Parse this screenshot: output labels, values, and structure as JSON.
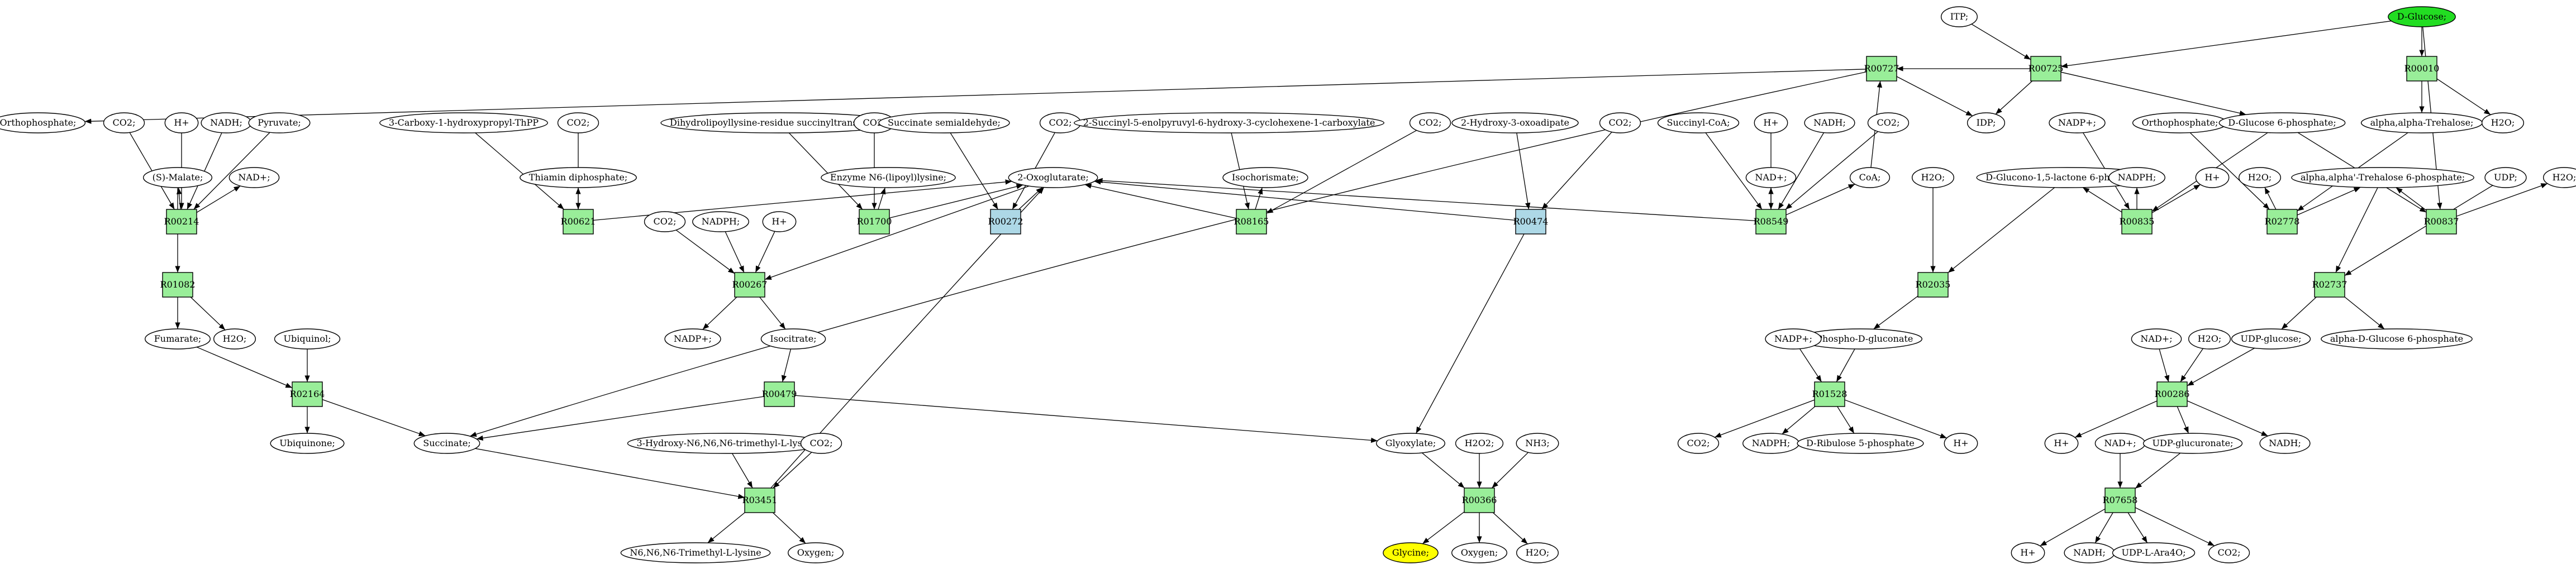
{
  "colors": {
    "reaction_green": "#99ee99",
    "reaction_blue": "#add8e6",
    "highlight_source": "#22dd22",
    "highlight_target": "#ffff00",
    "compound": "#ffffff",
    "stroke": "#000000"
  },
  "reactions": [
    {
      "id": "R00727",
      "label": "R00727",
      "color": "green"
    },
    {
      "id": "R00725",
      "label": "R00725",
      "color": "green"
    },
    {
      "id": "R00010",
      "label": "R00010",
      "color": "green"
    },
    {
      "id": "R00214",
      "label": "R00214",
      "color": "green"
    },
    {
      "id": "R00621",
      "label": "R00621",
      "color": "green"
    },
    {
      "id": "R01700",
      "label": "R01700",
      "color": "green"
    },
    {
      "id": "R00272",
      "label": "R00272",
      "color": "blue"
    },
    {
      "id": "R08165",
      "label": "R08165",
      "color": "green"
    },
    {
      "id": "R00474",
      "label": "R00474",
      "color": "blue"
    },
    {
      "id": "R08549",
      "label": "R08549",
      "color": "green"
    },
    {
      "id": "R00835",
      "label": "R00835",
      "color": "green"
    },
    {
      "id": "R02778",
      "label": "R02778",
      "color": "green"
    },
    {
      "id": "R00837",
      "label": "R00837",
      "color": "green"
    },
    {
      "id": "R01082",
      "label": "R01082",
      "color": "green"
    },
    {
      "id": "R00267",
      "label": "R00267",
      "color": "green"
    },
    {
      "id": "R02035",
      "label": "R02035",
      "color": "green"
    },
    {
      "id": "R02737",
      "label": "R02737",
      "color": "green"
    },
    {
      "id": "R02164",
      "label": "R02164",
      "color": "green"
    },
    {
      "id": "R00479",
      "label": "R00479",
      "color": "green"
    },
    {
      "id": "R01528",
      "label": "R01528",
      "color": "green"
    },
    {
      "id": "R00286",
      "label": "R00286",
      "color": "green"
    },
    {
      "id": "R03451",
      "label": "R03451",
      "color": "green"
    },
    {
      "id": "R00366",
      "label": "R00366",
      "color": "green"
    },
    {
      "id": "R07658",
      "label": "R07658",
      "color": "green"
    }
  ],
  "compounds": [
    {
      "id": "itp",
      "label": "ITP;"
    },
    {
      "id": "dglucose",
      "label": "D-Glucose;",
      "highlight": "source"
    },
    {
      "id": "orthophosphate1",
      "label": "Orthophosphate;"
    },
    {
      "id": "co2_a",
      "label": "CO2;"
    },
    {
      "id": "h_a",
      "label": "H+"
    },
    {
      "id": "nadh_a",
      "label": "NADH;"
    },
    {
      "id": "pyruvate",
      "label": "Pyruvate;"
    },
    {
      "id": "carboxyaminopropyl",
      "label": "3-Carboxy-1-hydroxypropyl-ThPP"
    },
    {
      "id": "co2_b",
      "label": "CO2;"
    },
    {
      "id": "dihydrolipoyl",
      "label": "Dihydrolipoyllysine-residue succinyltransferase]"
    },
    {
      "id": "co2_c",
      "label": "CO2;"
    },
    {
      "id": "succsemialdehyde",
      "label": "Succinate semialdehyde;"
    },
    {
      "id": "co2_d",
      "label": "CO2;"
    },
    {
      "id": "succinylenolpyruvyl",
      "label": "2-Succinyl-5-enolpyruvyl-6-hydroxy-3-cyclohexene-1-carboxylate"
    },
    {
      "id": "co2_e",
      "label": "CO2;"
    },
    {
      "id": "hydroxyoxoadipate",
      "label": "2-Hydroxy-3-oxoadipate"
    },
    {
      "id": "co2_f",
      "label": "CO2;"
    },
    {
      "id": "succinylcoa",
      "label": "Succinyl-CoA;"
    },
    {
      "id": "h_b",
      "label": "H+"
    },
    {
      "id": "nadh_b",
      "label": "NADH;"
    },
    {
      "id": "co2_g",
      "label": "CO2;"
    },
    {
      "id": "idp",
      "label": "IDP;"
    },
    {
      "id": "nadpplus_a",
      "label": "NADP+;"
    },
    {
      "id": "orthophosphate2",
      "label": "Orthophosphate;"
    },
    {
      "id": "dglucose6p",
      "label": "D-Glucose 6-phosphate;"
    },
    {
      "id": "trehalose",
      "label": "alpha,alpha-Trehalose;"
    },
    {
      "id": "h2o_a",
      "label": "H2O;"
    },
    {
      "id": "smalate",
      "label": "(S)-Malate;"
    },
    {
      "id": "nadplus_a",
      "label": "NAD+;"
    },
    {
      "id": "thiamin",
      "label": "Thiamin diphosphate;"
    },
    {
      "id": "enzymelipoyl",
      "label": "Enzyme N6-(lipoyl)lysine;"
    },
    {
      "id": "isochorismate",
      "label": "Isochorismate;"
    },
    {
      "id": "oxoglutarate",
      "label": "2-Oxoglutarate;"
    },
    {
      "id": "nadplus_b",
      "label": "NAD+;"
    },
    {
      "id": "coa",
      "label": "CoA;"
    },
    {
      "id": "gluconolactone6p",
      "label": "D-Glucono-1,5-lactone 6-phosphate;"
    },
    {
      "id": "nadph_a",
      "label": "NADPH;"
    },
    {
      "id": "h_c",
      "label": "H+"
    },
    {
      "id": "h2o_b",
      "label": "H2O;"
    },
    {
      "id": "trehalose6p",
      "label": "alpha,alpha'-Trehalose 6-phosphate;"
    },
    {
      "id": "udp",
      "label": "UDP;"
    },
    {
      "id": "h2o_c",
      "label": "H2O;"
    },
    {
      "id": "h2o_d",
      "label": "H2O;"
    },
    {
      "id": "co2_h",
      "label": "CO2;"
    },
    {
      "id": "nadph_b",
      "label": "NADPH;"
    },
    {
      "id": "h_d",
      "label": "H+"
    },
    {
      "id": "fumarate",
      "label": "Fumarate;"
    },
    {
      "id": "h2o_e",
      "label": "H2O;"
    },
    {
      "id": "ubiquinol",
      "label": "Ubiquinol;"
    },
    {
      "id": "nadpplus_b",
      "label": "NADP+;"
    },
    {
      "id": "isocitrate",
      "label": "Isocitrate;"
    },
    {
      "id": "phosphogluconate",
      "label": "6-Phospho-D-gluconate"
    },
    {
      "id": "udpglucose",
      "label": "UDP-glucose;"
    },
    {
      "id": "aglucose6p",
      "label": "alpha-D-Glucose 6-phosphate"
    },
    {
      "id": "nadpplus_c",
      "label": "NADP+;"
    },
    {
      "id": "nadplus_c",
      "label": "NAD+;"
    },
    {
      "id": "h2o_f",
      "label": "H2O;"
    },
    {
      "id": "ubiquinone",
      "label": "Ubiquinone;"
    },
    {
      "id": "succinate",
      "label": "Succinate;"
    },
    {
      "id": "glyoxylate",
      "label": "Glyoxylate;"
    },
    {
      "id": "h2o2",
      "label": "H2O2;"
    },
    {
      "id": "nh3",
      "label": "NH3;"
    },
    {
      "id": "hydroxytrimethyllysine",
      "label": "3-Hydroxy-N6,N6,N6-trimethyl-L-lysine"
    },
    {
      "id": "co2_i",
      "label": "CO2;"
    },
    {
      "id": "co2_j",
      "label": "CO2;"
    },
    {
      "id": "nadph_c",
      "label": "NADPH;"
    },
    {
      "id": "ribulose5p",
      "label": "D-Ribulose 5-phosphate"
    },
    {
      "id": "h_e",
      "label": "H+"
    },
    {
      "id": "h_f",
      "label": "H+"
    },
    {
      "id": "nadplus_d",
      "label": "NAD+;"
    },
    {
      "id": "udpglucuronate",
      "label": "UDP-glucuronate;"
    },
    {
      "id": "nadh_c",
      "label": "NADH;"
    },
    {
      "id": "trimethyllysine",
      "label": "N6,N6,N6-Trimethyl-L-lysine"
    },
    {
      "id": "oxygen_a",
      "label": "Oxygen;"
    },
    {
      "id": "glycine",
      "label": "Glycine;",
      "highlight": "target"
    },
    {
      "id": "oxygen_b",
      "label": "Oxygen;"
    },
    {
      "id": "h2o_g",
      "label": "H2O;"
    },
    {
      "id": "h_g",
      "label": "H+"
    },
    {
      "id": "nadh_d",
      "label": "NADH;"
    },
    {
      "id": "udparabinose",
      "label": "UDP-L-Ara4O;"
    },
    {
      "id": "co2_k",
      "label": "CO2;"
    }
  ],
  "edges": [
    [
      "itp",
      "R00725"
    ],
    [
      "R00725",
      "idp"
    ],
    [
      "dglucose",
      "R00725"
    ],
    [
      "dglucose",
      "R00010"
    ],
    [
      "dglucose",
      "R00837"
    ],
    [
      "R00725",
      "R00727"
    ],
    [
      "R00725",
      "dglucose6p"
    ],
    [
      "R00727",
      "orthophosphate1"
    ],
    [
      "R00727",
      "idp"
    ],
    [
      "R00727",
      "succinate"
    ],
    [
      "R00010",
      "trehalose"
    ],
    [
      "R00010",
      "h2o_a"
    ],
    [
      "co2_a",
      "R00214"
    ],
    [
      "h_a",
      "R00214"
    ],
    [
      "nadh_a",
      "R00214"
    ],
    [
      "pyruvate",
      "R00214"
    ],
    [
      "R00214",
      "smalate"
    ],
    [
      "R00214",
      "nadplus_a"
    ],
    [
      "carboxyaminopropyl",
      "R00621"
    ],
    [
      "co2_b",
      "R00621"
    ],
    [
      "R00621",
      "thiamin"
    ],
    [
      "R00621",
      "oxoglutarate"
    ],
    [
      "dihydrolipoyl",
      "R01700"
    ],
    [
      "co2_c",
      "R01700"
    ],
    [
      "R01700",
      "enzymelipoyl"
    ],
    [
      "R01700",
      "oxoglutarate"
    ],
    [
      "succsemialdehyde",
      "R00272"
    ],
    [
      "co2_d",
      "R00272"
    ],
    [
      "R00272",
      "oxoglutarate"
    ],
    [
      "succinylenolpyruvyl",
      "R08165"
    ],
    [
      "co2_e",
      "R08165"
    ],
    [
      "R08165",
      "isochorismate"
    ],
    [
      "R08165",
      "oxoglutarate"
    ],
    [
      "hydroxyoxoadipate",
      "R00474"
    ],
    [
      "co2_f",
      "R00474"
    ],
    [
      "R00474",
      "oxoglutarate"
    ],
    [
      "R00474",
      "glyoxylate"
    ],
    [
      "succinylcoa",
      "R08549"
    ],
    [
      "h_b",
      "R08549"
    ],
    [
      "nadh_b",
      "R08549"
    ],
    [
      "co2_g",
      "R08549"
    ],
    [
      "R08549",
      "nadplus_b"
    ],
    [
      "R08549",
      "coa"
    ],
    [
      "R08549",
      "oxoglutarate"
    ],
    [
      "coa",
      "R00727"
    ],
    [
      "nadpplus_a",
      "R00835"
    ],
    [
      "dglucose6p",
      "R00835"
    ],
    [
      "R00835",
      "gluconolactone6p"
    ],
    [
      "R00835",
      "nadph_a"
    ],
    [
      "R00835",
      "h_c"
    ],
    [
      "orthophosphate2",
      "R02778"
    ],
    [
      "trehalose",
      "R02778"
    ],
    [
      "R02778",
      "h2o_b"
    ],
    [
      "R02778",
      "trehalose6p"
    ],
    [
      "dglucose6p",
      "R00837"
    ],
    [
      "R00837",
      "trehalose6p"
    ],
    [
      "R00837",
      "h2o_c"
    ],
    [
      "smalate",
      "R01082"
    ],
    [
      "R01082",
      "fumarate"
    ],
    [
      "R01082",
      "h2o_e"
    ],
    [
      "co2_h",
      "R00267"
    ],
    [
      "nadph_b",
      "R00267"
    ],
    [
      "h_d",
      "R00267"
    ],
    [
      "oxoglutarate",
      "R00267"
    ],
    [
      "R00267",
      "nadpplus_b"
    ],
    [
      "R00267",
      "isocitrate"
    ],
    [
      "h2o_d",
      "R02035"
    ],
    [
      "gluconolactone6p",
      "R02035"
    ],
    [
      "R02035",
      "phosphogluconate"
    ],
    [
      "trehalose6p",
      "R02737"
    ],
    [
      "udp",
      "R02737"
    ],
    [
      "R02737",
      "udpglucose"
    ],
    [
      "R02737",
      "aglucose6p"
    ],
    [
      "fumarate",
      "R02164"
    ],
    [
      "ubiquinol",
      "R02164"
    ],
    [
      "R02164",
      "ubiquinone"
    ],
    [
      "R02164",
      "succinate"
    ],
    [
      "isocitrate",
      "R00479"
    ],
    [
      "R00479",
      "succinate"
    ],
    [
      "R00479",
      "glyoxylate"
    ],
    [
      "nadpplus_c",
      "R01528"
    ],
    [
      "phosphogluconate",
      "R01528"
    ],
    [
      "R01528",
      "co2_j"
    ],
    [
      "R01528",
      "nadph_c"
    ],
    [
      "R01528",
      "ribulose5p"
    ],
    [
      "R01528",
      "h_e"
    ],
    [
      "nadplus_c",
      "R00286"
    ],
    [
      "h2o_f",
      "R00286"
    ],
    [
      "udpglucose",
      "R00286"
    ],
    [
      "R00286",
      "h_f"
    ],
    [
      "R00286",
      "udpglucuronate"
    ],
    [
      "R00286",
      "nadh_c"
    ],
    [
      "succinate",
      "R03451"
    ],
    [
      "hydroxytrimethyllysine",
      "R03451"
    ],
    [
      "co2_i",
      "R03451"
    ],
    [
      "R03451",
      "trimethyllysine"
    ],
    [
      "R03451",
      "oxygen_a"
    ],
    [
      "R03451",
      "oxoglutarate"
    ],
    [
      "glyoxylate",
      "R00366"
    ],
    [
      "h2o2",
      "R00366"
    ],
    [
      "nh3",
      "R00366"
    ],
    [
      "R00366",
      "glycine"
    ],
    [
      "R00366",
      "oxygen_b"
    ],
    [
      "R00366",
      "h2o_g"
    ],
    [
      "nadplus_d",
      "R07658"
    ],
    [
      "udpglucuronate",
      "R07658"
    ],
    [
      "R07658",
      "h_g"
    ],
    [
      "R07658",
      "nadh_d"
    ],
    [
      "R07658",
      "udparabinose"
    ],
    [
      "R07658",
      "co2_k"
    ]
  ]
}
